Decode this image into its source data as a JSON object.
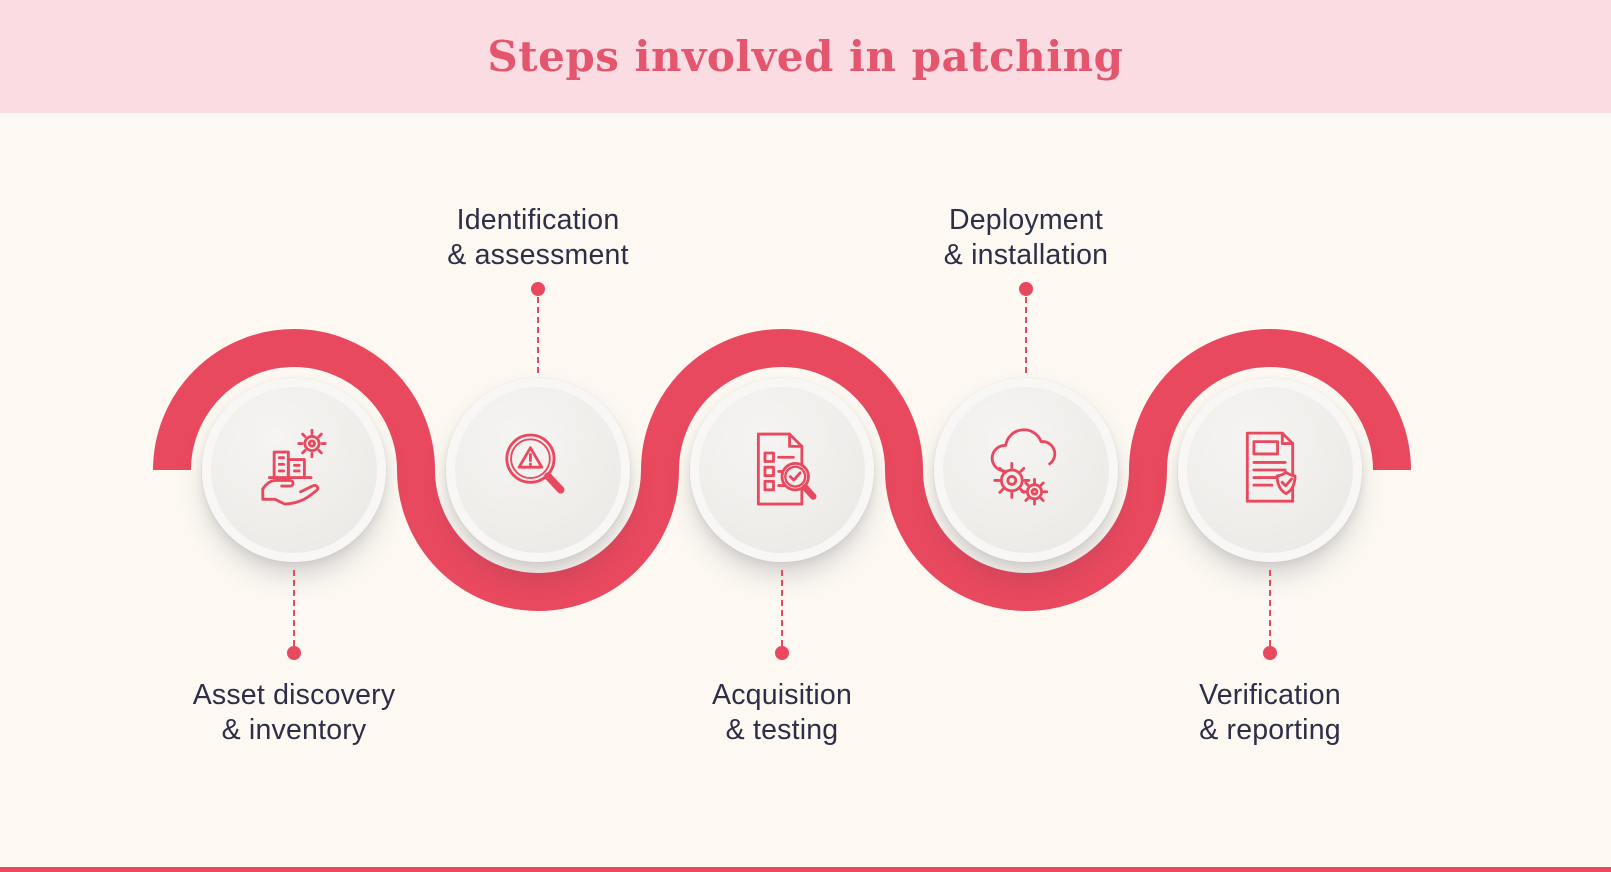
{
  "title": "Steps involved in patching",
  "steps": [
    {
      "name": "asset-discovery-inventory",
      "lines": [
        "Asset discovery",
        "& inventory"
      ],
      "icon": "building-hand-gear-icon",
      "label_position": "below"
    },
    {
      "name": "identification-assessment",
      "lines": [
        "Identification",
        "& assessment"
      ],
      "icon": "magnifier-warning-icon",
      "label_position": "above"
    },
    {
      "name": "acquisition-testing",
      "lines": [
        "Acquisition",
        "& testing"
      ],
      "icon": "checklist-magnifier-check-icon",
      "label_position": "below"
    },
    {
      "name": "deployment-installation",
      "lines": [
        "Deployment",
        "& installation"
      ],
      "icon": "cloud-gears-icon",
      "label_position": "above"
    },
    {
      "name": "verification-reporting",
      "lines": [
        "Verification",
        "& reporting"
      ],
      "icon": "document-shield-check-icon",
      "label_position": "below"
    }
  ],
  "colors": {
    "accent": "#E8495F",
    "header_bg": "#FBDCE2",
    "body_bg": "#FDF9F2",
    "title_color": "#E4566E",
    "label_color": "#2E2E46",
    "circle_bg": "#F1EFEC"
  }
}
